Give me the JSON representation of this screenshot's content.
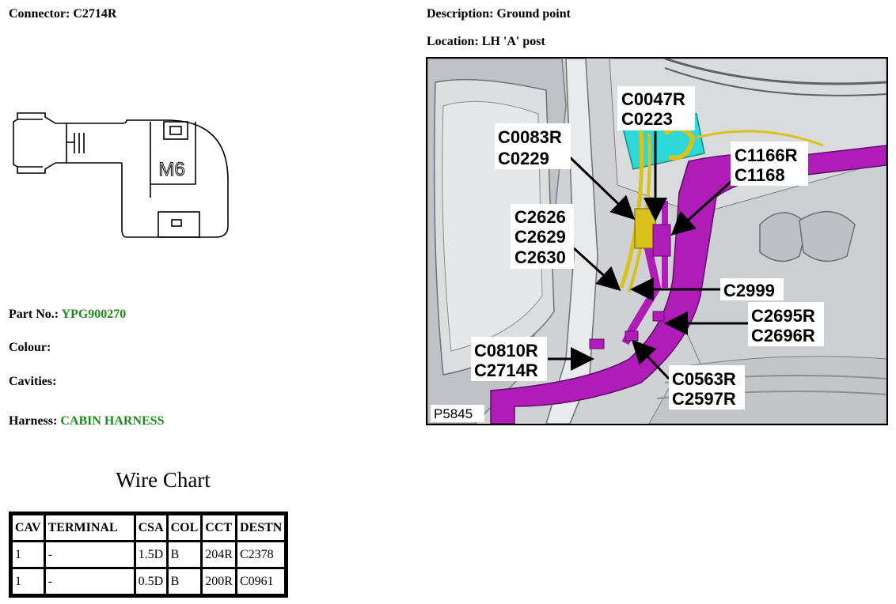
{
  "header": {
    "connector_label": "Connector:",
    "connector_value": "C2714R",
    "description_label": "Description:",
    "description_value": "Ground point",
    "location_label": "Location:",
    "location_value": "LH 'A' post"
  },
  "connector_drawing": {
    "marking": "M6"
  },
  "details": {
    "part_label": "Part No.:",
    "part_value": "YPG900270",
    "colour_label": "Colour:",
    "cavities_label": "Cavities:",
    "harness_label": "Harness:",
    "harness_value": "CABIN HARNESS"
  },
  "wire_chart": {
    "title": "Wire Chart",
    "columns": [
      "CAV",
      "TERMINAL",
      "CSA",
      "COL",
      "CCT",
      "DESTN"
    ],
    "rows": [
      [
        "1",
        "-",
        "1.5D",
        "B",
        "204R",
        "C2378"
      ],
      [
        "1",
        "-",
        "0.5D",
        "B",
        "200R",
        "C0961"
      ]
    ]
  },
  "location_photo": {
    "ref_code": "P5845",
    "callouts": [
      [
        "C0047R",
        "C0223"
      ],
      [
        "C0083R",
        "C0229"
      ],
      [
        "C1166R",
        "C1168"
      ],
      [
        "C2626",
        "C2629",
        "C2630"
      ],
      [
        "C2999"
      ],
      [
        "C2695R",
        "C2696R"
      ],
      [
        "C0810R",
        "C2714R"
      ],
      [
        "C0563R",
        "C2597R"
      ]
    ],
    "colors": {
      "harness": "#b01cb8",
      "cyan_part": "#2fd8d8",
      "yellow_wire": "#d9c21a"
    }
  }
}
